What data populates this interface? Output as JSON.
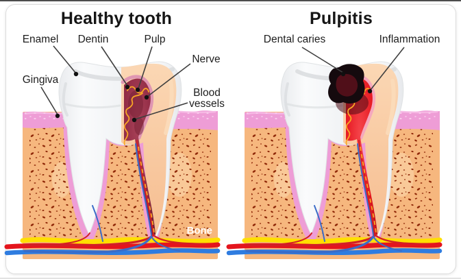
{
  "panels": [
    {
      "title": "Healthy tooth",
      "labels": [
        {
          "id": "enamel",
          "text": "Enamel"
        },
        {
          "id": "dentin",
          "text": "Dentin"
        },
        {
          "id": "pulp",
          "text": "Pulp"
        },
        {
          "id": "nerve",
          "text": "Nerve"
        },
        {
          "id": "gingiva",
          "text": "Gingiva"
        },
        {
          "id": "blood-vessels",
          "text": "Blood vessels"
        },
        {
          "id": "bone",
          "text": "Bone"
        }
      ]
    },
    {
      "title": "Pulpitis",
      "labels": [
        {
          "id": "dental-caries",
          "text": "Dental caries"
        },
        {
          "id": "inflammation",
          "text": "Inflammation"
        }
      ]
    }
  ],
  "colors": {
    "gingiva_pink": "#ee9dd6",
    "bone_fill": "#f6b77e",
    "bone_speckle": "#8f2808",
    "enamel_white": "#f4f6f7",
    "dentin_peach": "#f8c9a2",
    "pulp_healthy_maroon": "#8e2742",
    "pulp_inflamed_red": "#e4151d",
    "nerve_yellow": "#f9a825",
    "artery_red": "#e4151d",
    "vein_blue": "#2e7ce0",
    "vessel_band_yellow": "#ffdf00",
    "caries_black": "#150a0e",
    "label_text": "#1d1d1d",
    "bone_label_white": "#ffffff"
  }
}
